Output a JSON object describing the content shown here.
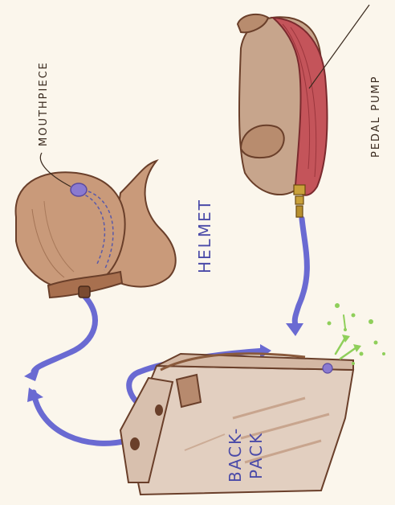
{
  "labels": {
    "mouthpiece": "MOUTHPIECE",
    "helmet": "HELMET",
    "pedal_pump": "PEDAL PUMP",
    "backpack_line1": "BACK-",
    "backpack_line2": "PACK"
  },
  "colors": {
    "paper": "#fbf6ec",
    "helmet_fill": "#c99a7a",
    "helmet_shade": "#a8704f",
    "outline": "#6a3f2a",
    "pump_red": "#c4545a",
    "pump_tan": "#c7a58c",
    "tube_blue": "#6a6ad2",
    "pack_fill": "#e2cfc0",
    "pack_strap": "#b78a6e",
    "air_green": "#8fcf5a",
    "label_blue": "#4a4aa8",
    "label_dark": "#3a2a1e"
  }
}
